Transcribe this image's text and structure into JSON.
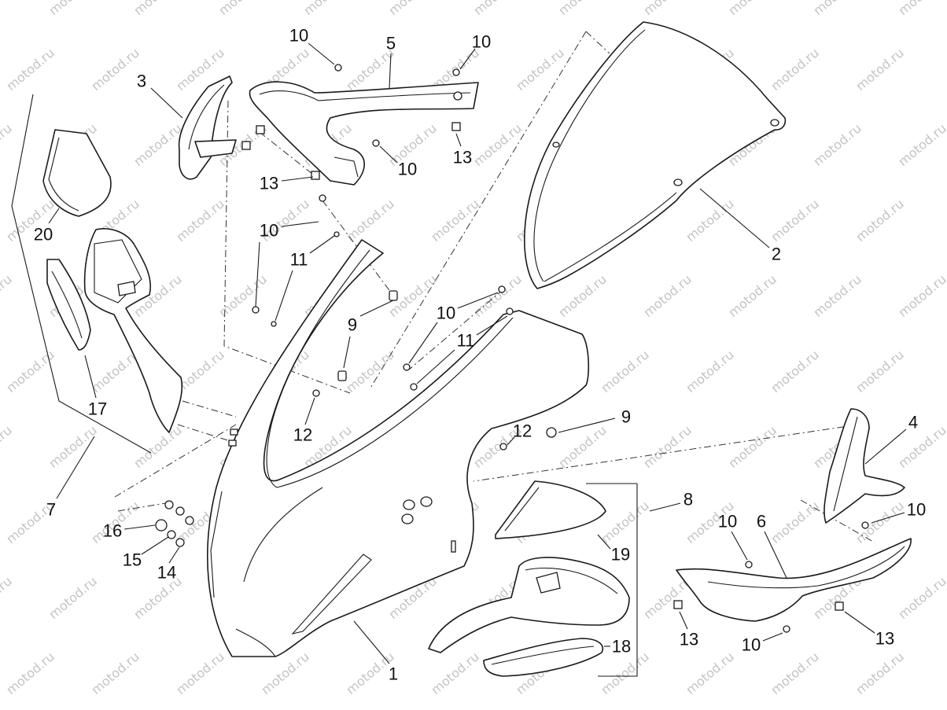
{
  "watermark": "motod.ru",
  "colors": {
    "line": "#1a1a1a",
    "watermark": "#c4c4c4",
    "background": "#ffffff"
  },
  "callouts": [
    "10",
    "5",
    "10",
    "3",
    "13",
    "10",
    "13",
    "20",
    "10",
    "2",
    "11",
    "10",
    "9",
    "11",
    "17",
    "9",
    "12",
    "12",
    "4",
    "8",
    "7",
    "10",
    "6",
    "10",
    "16",
    "15",
    "14",
    "19",
    "18",
    "13",
    "10",
    "13",
    "1"
  ]
}
